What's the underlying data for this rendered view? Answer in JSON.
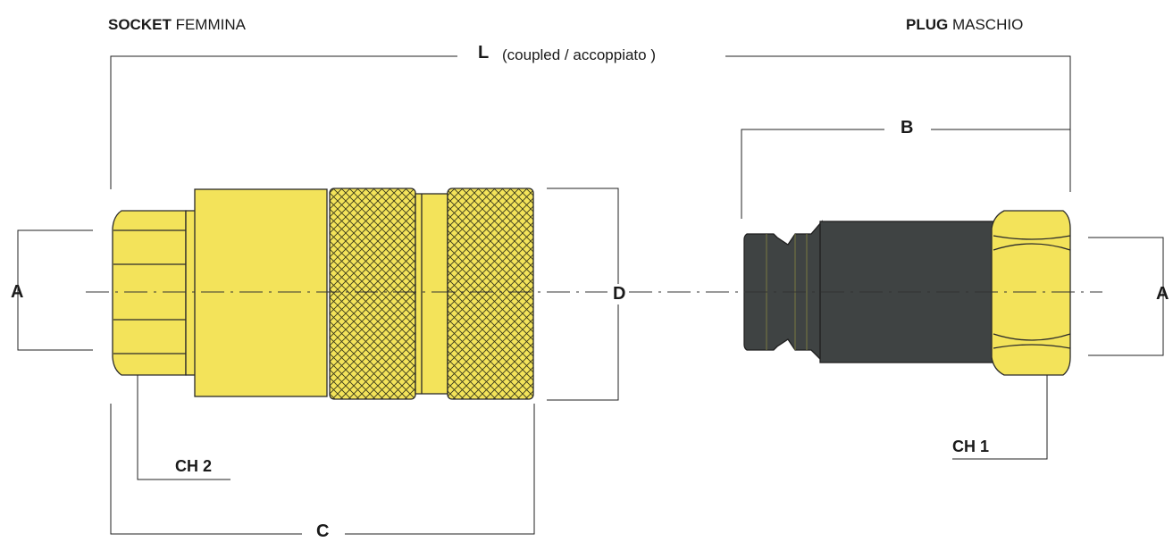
{
  "titles": {
    "socket_bold": "SOCKET",
    "socket_rest": " FEMMINA",
    "plug_bold": "PLUG",
    "plug_rest": " MASCHIO"
  },
  "dimensions": {
    "L": "L",
    "L_note": "(coupled / accoppiato )",
    "B": "B",
    "A_left": "A",
    "A_right": "A",
    "D": "D",
    "C": "C",
    "CH1": "CH 1",
    "CH2": "CH 2"
  },
  "colors": {
    "socket_body": "#f3e35a",
    "plug_body": "#3f4343",
    "line": "#222222"
  }
}
